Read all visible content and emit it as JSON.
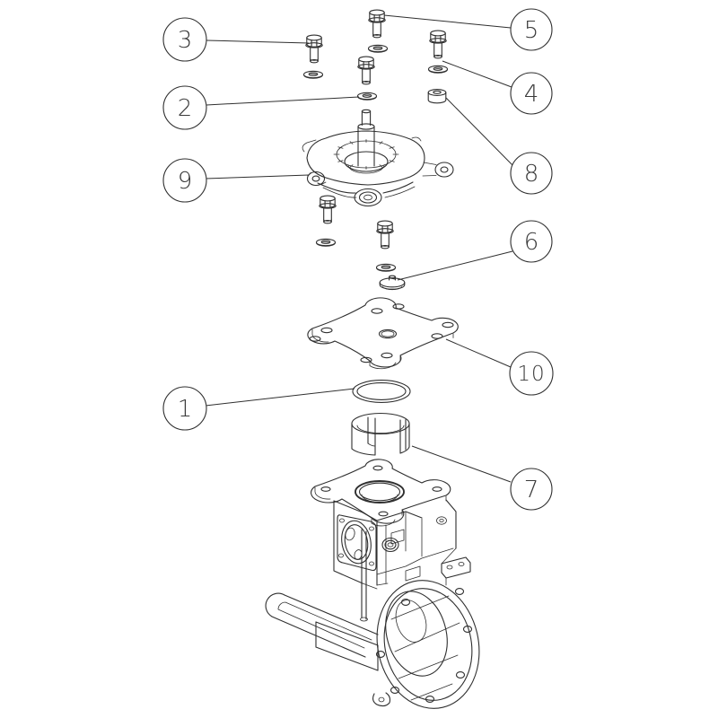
{
  "diagram": {
    "type": "exploded-parts-diagram",
    "background_color": "#ffffff",
    "line_color": "#2f2f2f",
    "callout_text_color": "#3a3a3a",
    "callouts": [
      {
        "label": "1",
        "part": "o-ring"
      },
      {
        "label": "2",
        "part": "flat-washer"
      },
      {
        "label": "3",
        "part": "hex-flange-bolt"
      },
      {
        "label": "4",
        "part": "hex-flange-bolt"
      },
      {
        "label": "5",
        "part": "hex-flange-bolt"
      },
      {
        "label": "6",
        "part": "cap-nut"
      },
      {
        "label": "7",
        "part": "split-clamp-sleeve"
      },
      {
        "label": "8",
        "part": "spacer-bushing"
      },
      {
        "label": "9",
        "part": "pump-head-assembly"
      },
      {
        "label": "10",
        "part": "mounting-plate"
      }
    ]
  }
}
